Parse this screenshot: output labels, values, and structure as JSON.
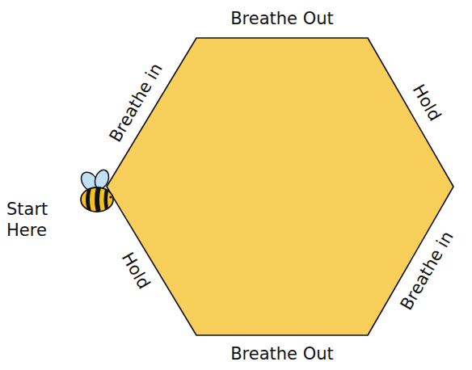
{
  "diagram": {
    "labels": [
      "Breathe Out",
      "Hold",
      "Breathe in",
      "Breathe Out",
      "Hold",
      "Breathe in",
      "Start Here"
    ]
  }
}
